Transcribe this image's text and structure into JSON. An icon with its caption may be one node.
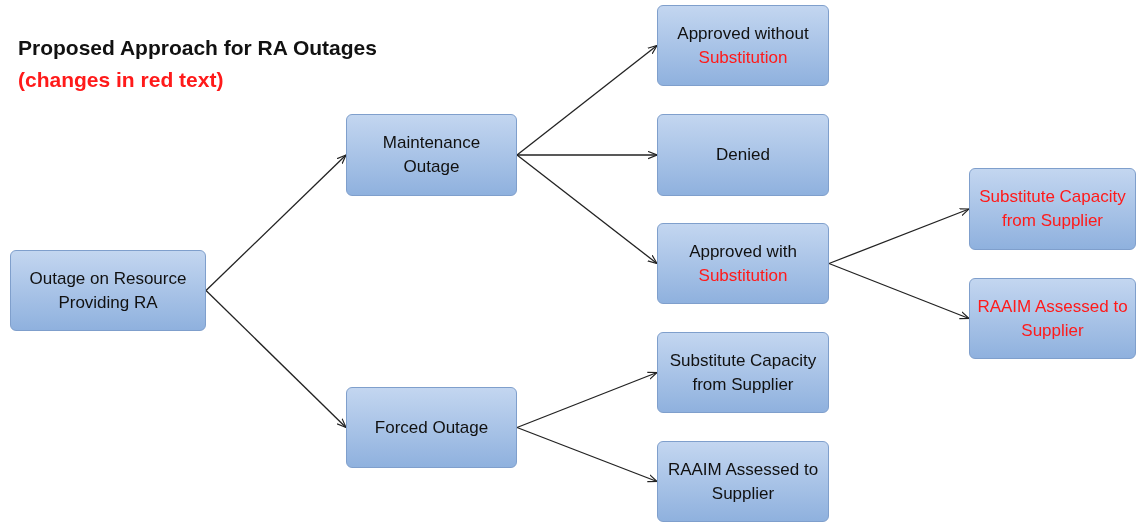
{
  "diagram": {
    "title": "Proposed Approach for RA Outages",
    "nodes": [
      {
        "text": [
          "Outage on Resource Providing RA"
        ]
      },
      {
        "text": [
          "Maintenance Outage"
        ]
      },
      {
        "text": [
          "Forced Outage"
        ]
      },
      {
        "text": [
          "Approved without",
          "Substitution"
        ]
      },
      {
        "text": [
          "Denied"
        ]
      },
      {
        "text": [
          "Approved with",
          "Substitution"
        ]
      },
      {
        "text": [
          "Substitute Capacity from Supplier"
        ]
      },
      {
        "text": [
          "RAAIM Assessed to Supplier"
        ]
      },
      {
        "text": [
          "Substitute Capacity from Supplier"
        ]
      },
      {
        "text": [
          "RAAIM Assessed to Supplier"
        ]
      }
    ],
    "edges": [
      {
        "from": 0,
        "to": 1,
        "arrow": "to"
      },
      {
        "from": 0,
        "to": 2,
        "arrow": "to"
      },
      {
        "from": 1,
        "to": 3,
        "arrow": "to"
      },
      {
        "from": 1,
        "to": 4,
        "arrow": "to"
      },
      {
        "from": 1,
        "to": 5,
        "arrow": "to"
      },
      {
        "from": 2,
        "to": 6,
        "arrow": "to"
      },
      {
        "from": 2,
        "to": 7,
        "arrow": "to"
      },
      {
        "from": 5,
        "to": 8,
        "arrow": "to"
      },
      {
        "from": 5,
        "to": 9,
        "arrow": "to"
      }
    ],
    "labels": [
      "(changes in red text)"
    ]
  }
}
